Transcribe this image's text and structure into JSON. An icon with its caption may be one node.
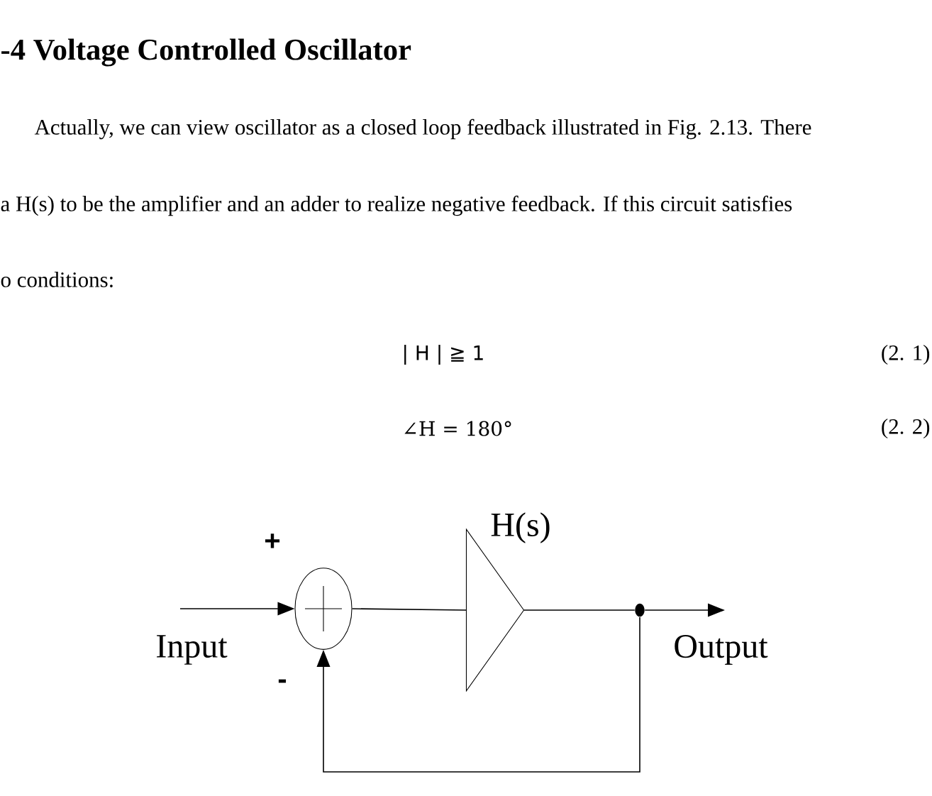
{
  "diagram": {
    "title": "-4 Voltage Controlled Oscillator",
    "nodes": [
      {
        "text": [],
        "shape": "circle"
      },
      {
        "text": [],
        "shape": "triangle",
        "beside": [
          "H(s)"
        ]
      },
      {
        "text": [],
        "shape": "dot"
      },
      {
        "text": [
          "Output"
        ]
      }
    ],
    "edges": [
      {
        "from": null,
        "to": 0,
        "arrow": "to"
      },
      {
        "from": 0,
        "to": 1,
        "arrow": "none"
      },
      {
        "from": 1,
        "to": 2,
        "arrow": "none"
      },
      {
        "from": 2,
        "to": 3,
        "arrow": "to"
      },
      {
        "from": 2,
        "to": 0,
        "arrow": "to"
      }
    ],
    "labels": [
      "Actually, we can view oscillator as a closed loop feedback illustrated in Fig. 2.13. There",
      "a H(s) to be the amplifier and an adder to realize negative feedback. If this circuit satisfies",
      "o conditions:",
      "| H |  ≧  1",
      "(2. 1)",
      "∠H  = 180°",
      "(2. 2)",
      "+",
      "-",
      "Input"
    ]
  }
}
